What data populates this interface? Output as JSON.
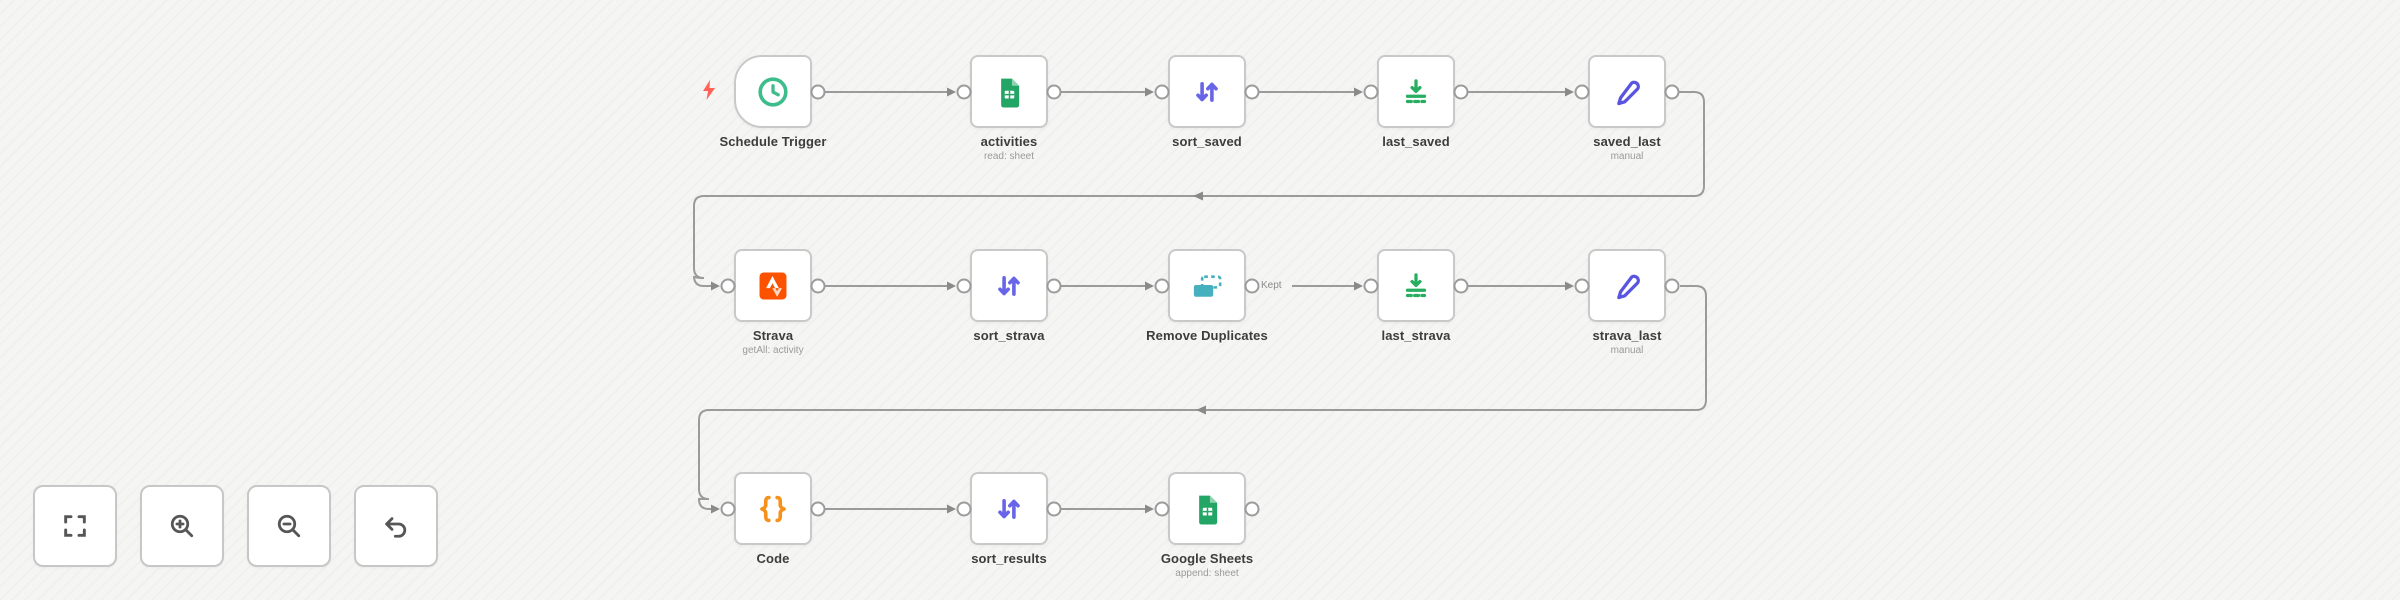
{
  "app": "workflow-canvas",
  "workflow": {
    "nodes": [
      {
        "name": "Schedule Trigger",
        "icon": "clock-icon",
        "type": "trigger"
      },
      {
        "name": "activities",
        "subtitle": "read: sheet",
        "icon": "google-sheets-icon"
      },
      {
        "name": "sort_saved",
        "icon": "sort-arrows-icon"
      },
      {
        "name": "last_saved",
        "icon": "limit-icon"
      },
      {
        "name": "saved_last",
        "subtitle": "manual",
        "icon": "pencil-icon"
      },
      {
        "name": "Strava",
        "subtitle": "getAll: activity",
        "icon": "strava-icon"
      },
      {
        "name": "sort_strava",
        "icon": "sort-arrows-icon"
      },
      {
        "name": "Remove Duplicates",
        "icon": "remove-duplicates-icon"
      },
      {
        "name": "last_strava",
        "icon": "limit-icon"
      },
      {
        "name": "strava_last",
        "subtitle": "manual",
        "icon": "pencil-icon"
      },
      {
        "name": "Code",
        "icon": "code-braces-icon"
      },
      {
        "name": "sort_results",
        "icon": "sort-arrows-icon"
      },
      {
        "name": "Google Sheets",
        "subtitle": "append: sheet",
        "icon": "google-sheets-icon"
      }
    ],
    "connection_labels": {
      "kept": "Kept"
    },
    "trigger_indicator": "lightning-bolt-icon",
    "colors": {
      "canvas_background": "#f5f5f4",
      "node_border": "#c9c9c9",
      "connector_gray": "#9b9b9b",
      "label_text": "#3d3d3d",
      "subtitle_text": "#9b9b9b",
      "clock_green": "#3dbd8c",
      "sheets_green": "#23a566",
      "sort_purple": "#6865e8",
      "limit_green": "#27ae60",
      "pencil_indigo": "#5a55e0",
      "strava_orange": "#fc5200",
      "code_orange": "#f5921e",
      "remove_dup_teal": "#45b1bf",
      "bolt_red": "#ff6156"
    }
  },
  "controls": {
    "items": [
      {
        "icon": "zoom-to-fit-icon"
      },
      {
        "icon": "zoom-in-icon"
      },
      {
        "icon": "zoom-out-icon"
      },
      {
        "icon": "reset-zoom-icon"
      }
    ]
  }
}
